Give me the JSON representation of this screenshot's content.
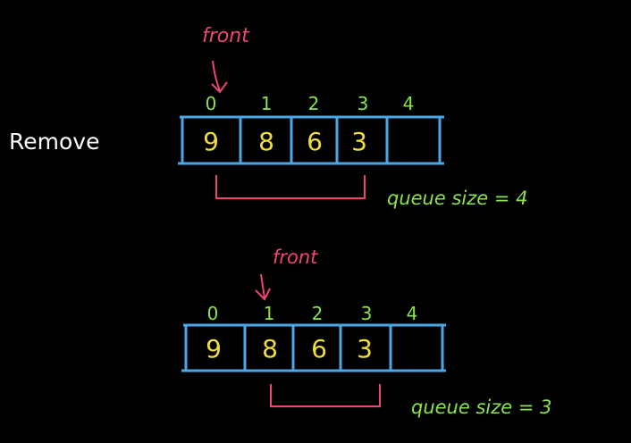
{
  "heading": {
    "text": "Remove"
  },
  "colors": {
    "background": "#000000",
    "array_box": "#4aa8e8",
    "index": "#8ae34a",
    "value": "#f2dd3c",
    "pointer": "#ee4572",
    "annotation": "#8ae34a",
    "heading": "#ffffff"
  },
  "before": {
    "indices": [
      "0",
      "1",
      "2",
      "3",
      "4"
    ],
    "values": [
      "9",
      "8",
      "6",
      "3",
      ""
    ],
    "front_label": "front",
    "front_index": 0,
    "size_label": "queue size = 4",
    "bracket_from": 0,
    "bracket_to": 3
  },
  "after": {
    "indices": [
      "0",
      "1",
      "2",
      "3",
      "4"
    ],
    "values": [
      "9",
      "8",
      "6",
      "3",
      ""
    ],
    "front_label": "front",
    "front_index": 1,
    "size_label": "queue size = 3",
    "bracket_from": 1,
    "bracket_to": 3
  }
}
